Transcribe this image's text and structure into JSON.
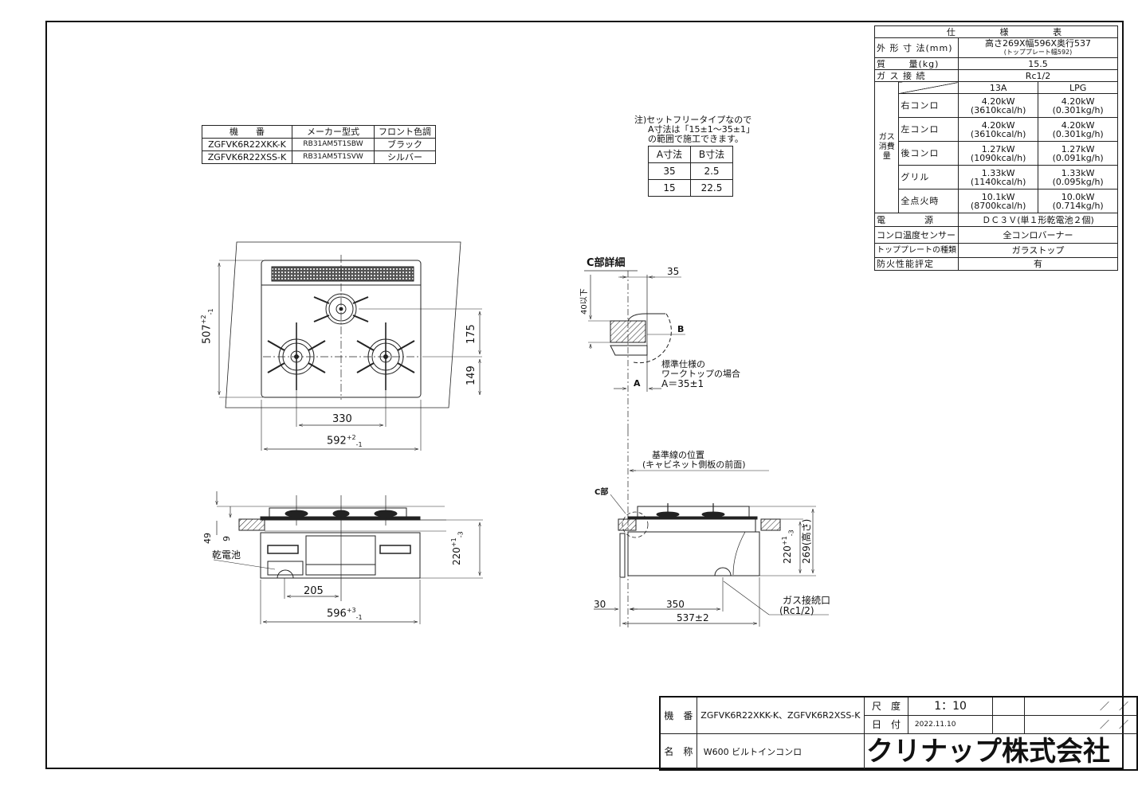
{
  "spec_table": {
    "title": [
      "仕",
      "様",
      "表"
    ],
    "rows": [
      {
        "label": "外 形 寸 法(mm)",
        "value": "高さ269X幅596X奥行537",
        "sub": "(トッププレート幅592)"
      },
      {
        "label": "質　　 量(kg)",
        "value": "15.5"
      },
      {
        "label": "ガ ス 接 続",
        "value": "Rc1/2"
      }
    ],
    "gas_group_label": "ガス消費量",
    "gas_headers": [
      "13A",
      "LPG"
    ],
    "gas_rows": [
      {
        "label": "右コンロ",
        "a_kw": "4.20kW",
        "a_sub": "(3610kcal/h)",
        "b_kw": "4.20kW",
        "b_sub": "(0.301kg/h)"
      },
      {
        "label": "左コンロ",
        "a_kw": "4.20kW",
        "a_sub": "(3610kcal/h)",
        "b_kw": "4.20kW",
        "b_sub": "(0.301kg/h)"
      },
      {
        "label": "後コンロ",
        "a_kw": "1.27kW",
        "a_sub": "(1090kcal/h)",
        "b_kw": "1.27kW",
        "b_sub": "(0.091kg/h)"
      },
      {
        "label": "グリル",
        "a_kw": "1.33kW",
        "a_sub": "(1140kcal/h)",
        "b_kw": "1.33kW",
        "b_sub": "(0.095kg/h)"
      },
      {
        "label": "全点火時",
        "a_kw": "10.1kW",
        "a_sub": "(8700kcal/h)",
        "b_kw": "10.0kW",
        "b_sub": "(0.714kg/h)"
      }
    ],
    "bottom_rows": [
      {
        "label": "電　　　　源",
        "value": "ＤＣ３Ｖ(単１形乾電池２個)"
      },
      {
        "label": "コンロ温度センサー",
        "value": "全コンロバーナー"
      },
      {
        "label": "トッププレートの種類",
        "value": "ガラストップ"
      },
      {
        "label": "防火性能評定",
        "value": "有"
      }
    ]
  },
  "model_table": {
    "headers": [
      "機　　番",
      "メーカー型式",
      "フロント色調"
    ],
    "rows": [
      [
        "ZGFVK6R22XKK-K",
        "RB31AM5T1SBW",
        "ブラック"
      ],
      [
        "ZGFVK6R22XSS-K",
        "RB31AM5T1SVW",
        "シルバー"
      ]
    ]
  },
  "note": {
    "lines": [
      "注)セットフリータイプなので",
      "A寸法は「15±1～35±1」",
      "の範囲で施工できます。"
    ],
    "table_headers": [
      "A寸法",
      "B寸法"
    ],
    "table_rows": [
      [
        "35",
        "2.5"
      ],
      [
        "15",
        "22.5"
      ]
    ]
  },
  "top_view": {
    "dim_depth": "507",
    "dim_depth_tol": "+2/-1",
    "dim_175": "175",
    "dim_149": "149",
    "dim_330": "330",
    "dim_width": "592",
    "dim_width_tol": "+2/-1"
  },
  "front_view": {
    "dim_49": "49",
    "dim_9": "9",
    "dim_220": "220",
    "dim_220_tol": "+1/-3",
    "battery_label": "乾電池",
    "dim_205": "205",
    "dim_596": "596",
    "dim_596_tol": "+3/-1"
  },
  "detail_c": {
    "title": "C部詳細",
    "dim_35": "35",
    "dim_40": "40以下",
    "label_b": "B",
    "label_a": "A",
    "note_lines": [
      "標準仕様の",
      "ワークトップの場合",
      "A＝35±1"
    ]
  },
  "side_view": {
    "ref_line_lines": [
      "基準線の位置",
      "(キャビネット側板の前面)"
    ],
    "c_label": "C部",
    "dim_220": "220",
    "dim_220_tol": "+1/-3",
    "dim_269": "269(高さ)",
    "gas_inlet_lines": [
      "ガス接続口",
      "(Rc1/2)"
    ],
    "dim_30": "30",
    "dim_350": "350",
    "dim_537": "537±2"
  },
  "title_block": {
    "model_label": "機　番",
    "model_value": "ZGFVK6R22XKK-K、ZGFVK6R2XSS-K",
    "scale_label": "尺　度",
    "scale_value": "1：10",
    "date_label": "日　付",
    "date_value": "2022.11.10",
    "slash1": "／　／",
    "slash2": "／　／",
    "name_label": "名　称",
    "name_value": "W600 ビルトインコンロ",
    "company": "クリナップ株式会社"
  }
}
